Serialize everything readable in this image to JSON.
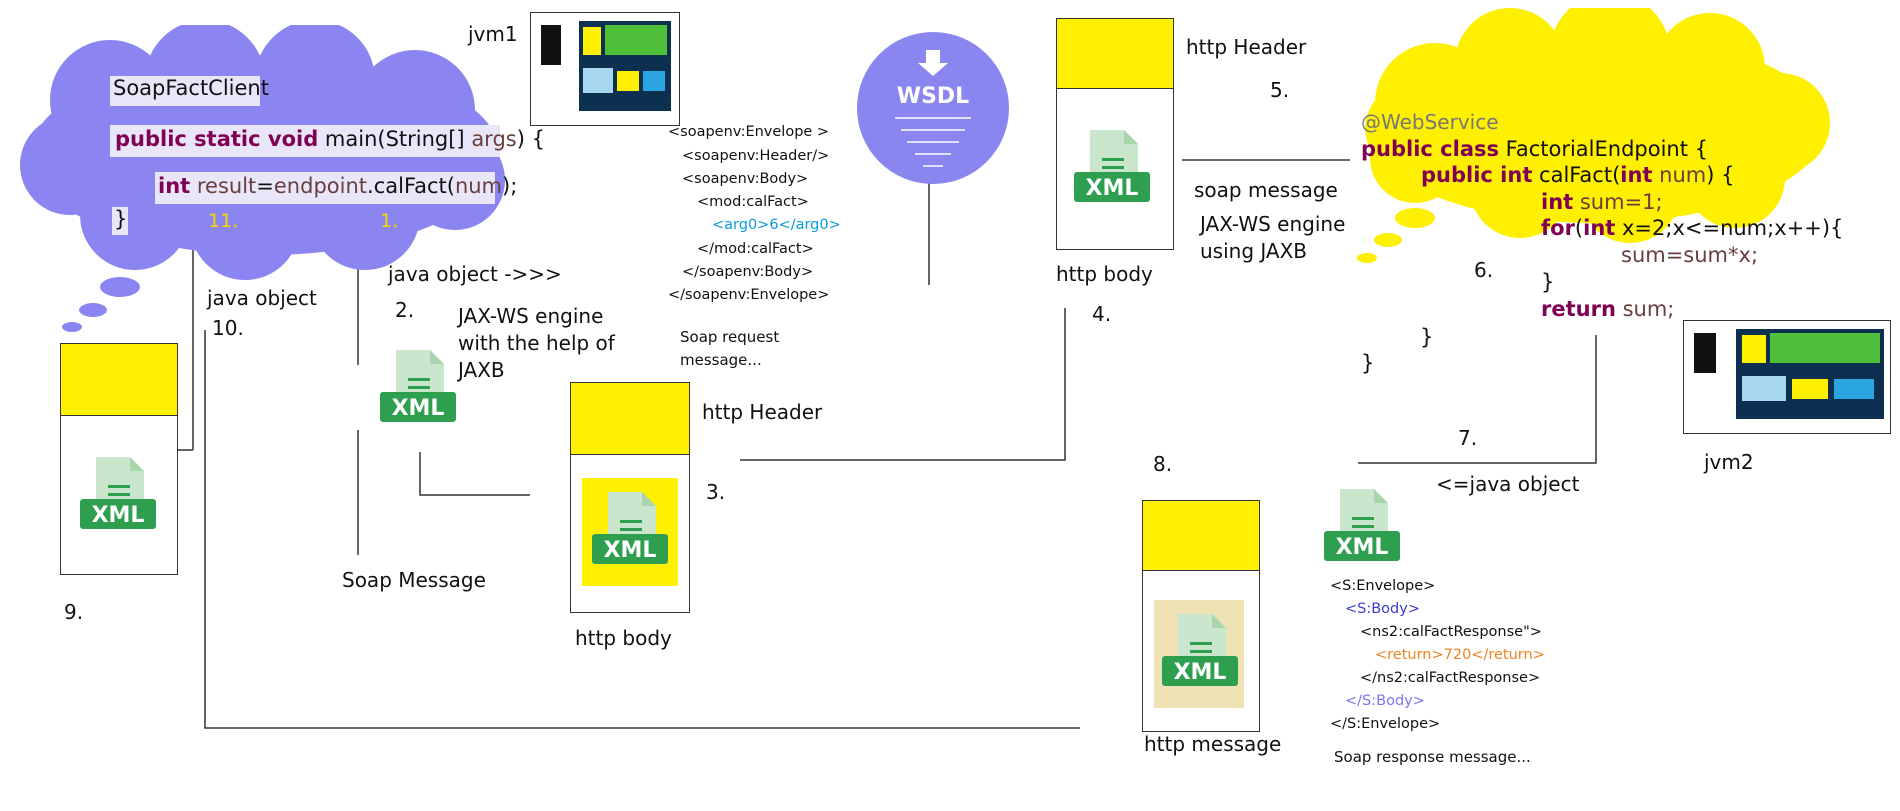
{
  "colors": {
    "cloud_left": "#8b85f2",
    "cloud_right": "#ffef00",
    "wsdl": "#8a86f0",
    "header_yellow": "#ffef00",
    "xml_green": "#2e9e4f",
    "xml_pale": "#c9e6cc"
  },
  "client": {
    "class_name": "SoapFactClient",
    "line1_kw": "public static void",
    "line1_rest": " main(String[] ",
    "line1_args": "args",
    "line1_end": ") {",
    "line2_kw": "int",
    "line2_a": " result",
    "line2_b": "=",
    "line2_c": "endpoint",
    "line2_d": ".calFact(",
    "line2_e": "num",
    "line2_f": ");",
    "line3": "}"
  },
  "steps": {
    "s1": "1.",
    "s2": "2.",
    "s3": "3.",
    "s4": "4.",
    "s5": "5.",
    "s6": "6.",
    "s7": "7.",
    "s8": "8.",
    "s9": "9.",
    "s10": "10.",
    "s11": "11."
  },
  "labels": {
    "jvm1": "jvm1",
    "jvm2": "jvm2",
    "java_object_arrow": "java object ->>>",
    "java_object": "java object",
    "jaxws_help_1": "JAX-WS engine",
    "jaxws_help_2": "with the help of",
    "jaxws_help_3": "JAXB",
    "soap_message_left": "Soap Message",
    "http_header_mid": "http Header",
    "http_body_mid": "http body",
    "http_header_top": "http Header",
    "http_body_top": "http body",
    "soap_message_right": "soap message",
    "jaxws_using_1": "JAX-WS engine",
    "jaxws_using_2": "using JAXB",
    "java_object_back": "<=java object",
    "http_message": "http message",
    "wsdl": "WSDL",
    "xml": "XML"
  },
  "soap_request": {
    "lines": [
      "<soapenv:Envelope >",
      "<soapenv:Header/>",
      "<soapenv:Body>",
      "<mod:calFact>",
      "<arg0>6</arg0>",
      "</mod:calFact>",
      "</soapenv:Body>",
      "</soapenv:Envelope>"
    ],
    "caption_1": "Soap request",
    "caption_2": "message..."
  },
  "soap_response": {
    "lines": [
      "<S:Envelope>",
      "<S:Body>",
      "<ns2:calFactResponse\">",
      "<return>720</return>",
      "</ns2:calFactResponse>",
      "</S:Body>",
      "</S:Envelope>"
    ],
    "caption": "Soap response message..."
  },
  "endpoint": {
    "annotation": "@WebService",
    "l1_kw": "public class",
    "l1_rest": " FactorialEndpoint {",
    "l2_kw": "public int",
    "l2_a": " calFact(",
    "l2_kw2": "int",
    "l2_b": " num",
    "l2_c": ") {",
    "l3_kw": "int",
    "l3_rest": " sum=1;",
    "l4_kw": "for",
    "l4_a": "(",
    "l4_kw2": "int",
    "l4_rest": " x=2;x<=num;x++){",
    "l5": "sum=sum*x;",
    "l6": "}",
    "l7_kw": "return",
    "l7_rest": " sum;",
    "l8": "}",
    "l9": "}"
  }
}
